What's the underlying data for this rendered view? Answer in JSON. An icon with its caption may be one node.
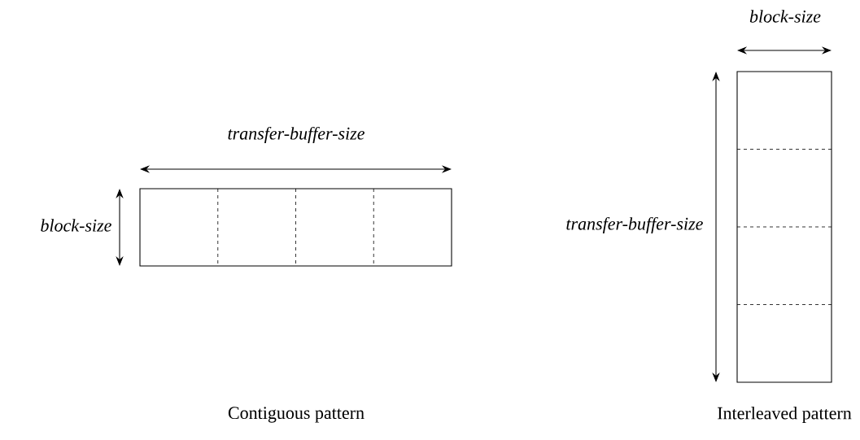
{
  "diagram": {
    "nodes": [
      {
        "text": [],
        "shape": "box"
      },
      {
        "text": [],
        "shape": "box"
      }
    ],
    "labels": [
      "block-size",
      "transfer-buffer-size",
      "block-size",
      "transfer-buffer-size",
      "Contiguous pattern",
      "Interleaved pattern"
    ]
  }
}
